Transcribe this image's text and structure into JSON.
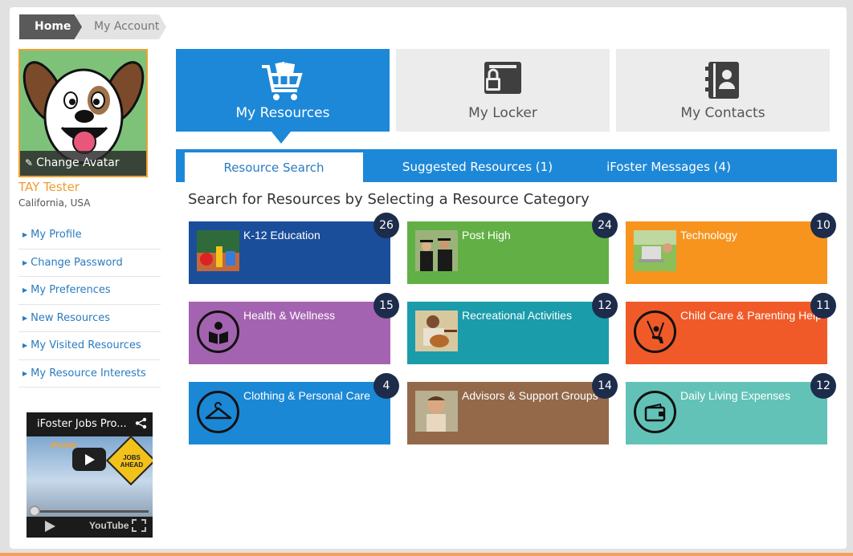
{
  "breadcrumb": {
    "home": "Home",
    "current": "My Account"
  },
  "profile": {
    "avatar_label": "Change Avatar",
    "name": "TAY Tester",
    "location": "California, USA"
  },
  "side_nav": [
    {
      "label": "My Profile"
    },
    {
      "label": "Change Password"
    },
    {
      "label": "My Preferences"
    },
    {
      "label": "New Resources"
    },
    {
      "label": "My Visited Resources"
    },
    {
      "label": "My Resource Interests"
    }
  ],
  "video": {
    "title": "iFoster Jobs Pro...",
    "brand": "iFoster",
    "sign": "JOBS AHEAD",
    "player": "YouTube"
  },
  "top_tiles": [
    {
      "label": "My Resources",
      "icon": "shopping-cart-icon"
    },
    {
      "label": "My Locker",
      "icon": "locker-icon"
    },
    {
      "label": "My Contacts",
      "icon": "contacts-book-icon"
    }
  ],
  "tabs": [
    {
      "label": "Resource Search"
    },
    {
      "label": "Suggested Resources  (1)"
    },
    {
      "label": "iFoster Messages (4)"
    }
  ],
  "search_heading": "Search for Resources by Selecting a Resource Category",
  "categories": [
    {
      "label": "K-12 Education",
      "count": "26",
      "color": "#1a4e9a",
      "image": "school-supplies-photo"
    },
    {
      "label": "Post High",
      "count": "24",
      "color": "#62b045",
      "image": "graduates-photo"
    },
    {
      "label": "Technology",
      "count": "10",
      "color": "#f7941e",
      "image": "laptop-outdoors-photo"
    },
    {
      "label": "Health & Wellness",
      "count": "15",
      "color": "#a463b0",
      "icon": "reading-person-icon"
    },
    {
      "label": "Recreational Activities",
      "count": "12",
      "color": "#1a9cab",
      "image": "guitar-player-photo"
    },
    {
      "label": "Child Care & Parenting Help",
      "count": "11",
      "color": "#f05a28",
      "icon": "swing-icon"
    },
    {
      "label": "Clothing & Personal Care",
      "count": "4",
      "color": "#1b88d6",
      "icon": "hanger-icon"
    },
    {
      "label": "Advisors & Support Groups",
      "count": "14",
      "color": "#93694a",
      "image": "child-photo"
    },
    {
      "label": "Daily Living Expenses",
      "count": "12",
      "color": "#62c2b8",
      "icon": "wallet-icon"
    }
  ],
  "colors": {
    "primary_blue": "#1e88d8",
    "accent_orange": "#f09a30",
    "badge_navy": "#1d2c4a"
  }
}
